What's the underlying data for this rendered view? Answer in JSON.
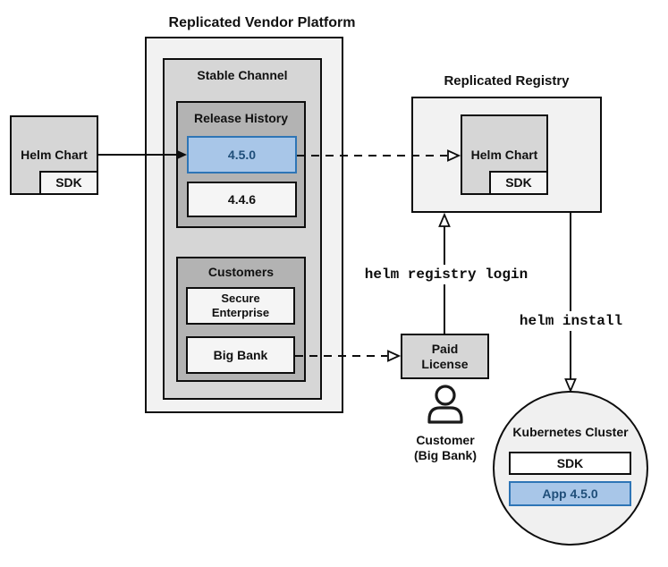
{
  "title": "Replicated Vendor Platform",
  "platform": {
    "stable_channel": "Stable Channel",
    "release_history": "Release History",
    "releases": [
      {
        "version": "4.5.0",
        "highlighted": true
      },
      {
        "version": "4.4.6",
        "highlighted": false
      }
    ],
    "customers_label": "Customers",
    "customers": [
      "Secure Enterprise",
      "Big Bank"
    ]
  },
  "source": {
    "helm_chart": "Helm Chart",
    "sdk": "SDK"
  },
  "registry": {
    "title": "Replicated Registry",
    "helm_chart": "Helm Chart",
    "sdk": "SDK"
  },
  "license": {
    "label": "Paid License"
  },
  "customer": {
    "label": "Customer (Big Bank)"
  },
  "cluster": {
    "title": "Kubernetes Cluster",
    "sdk": "SDK",
    "app": "App 4.5.0"
  },
  "commands": {
    "registry_login": "helm registry login",
    "install": "helm install"
  },
  "colors": {
    "highlight_fill": "#a8c6e8",
    "highlight_border": "#2e75b6",
    "highlight_text": "#1f4e79",
    "line": "#0d0d0d"
  }
}
